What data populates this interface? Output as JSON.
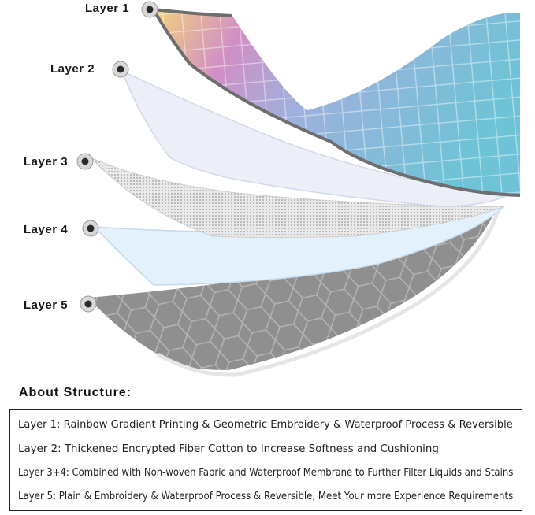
{
  "layers": [
    {
      "label": "Layer 1"
    },
    {
      "label": "Layer 2"
    },
    {
      "label": "Layer 3"
    },
    {
      "label": "Layer 4"
    },
    {
      "label": "Layer 5"
    }
  ],
  "about": {
    "title": "About Structure:",
    "lines": [
      "Layer 1: Rainbow Gradient Printing & Geometric Embroidery & Waterproof Process & Reversible",
      "Layer 2: Thickened Encrypted Fiber Cotton to Increase Softness and Cushioning",
      "Layer 3+4: Combined with Non-woven Fabric and Waterproof Membrane to Further Filter Liquids and Stains",
      "Layer 5: Plain & Embroidery & Waterproof Process & Reversible, Meet Your more Experience Requirements"
    ]
  },
  "colors": {
    "layer1_start": "#f3d27a",
    "layer1_mid": "#d18fc6",
    "layer1_end": "#6fc3d6",
    "layer2": "#eceff8",
    "layer3": "#d9d9d9",
    "layer4": "#e2f1fb",
    "layer5": "#8f8f8f",
    "pointer": "#2b2b2b"
  }
}
